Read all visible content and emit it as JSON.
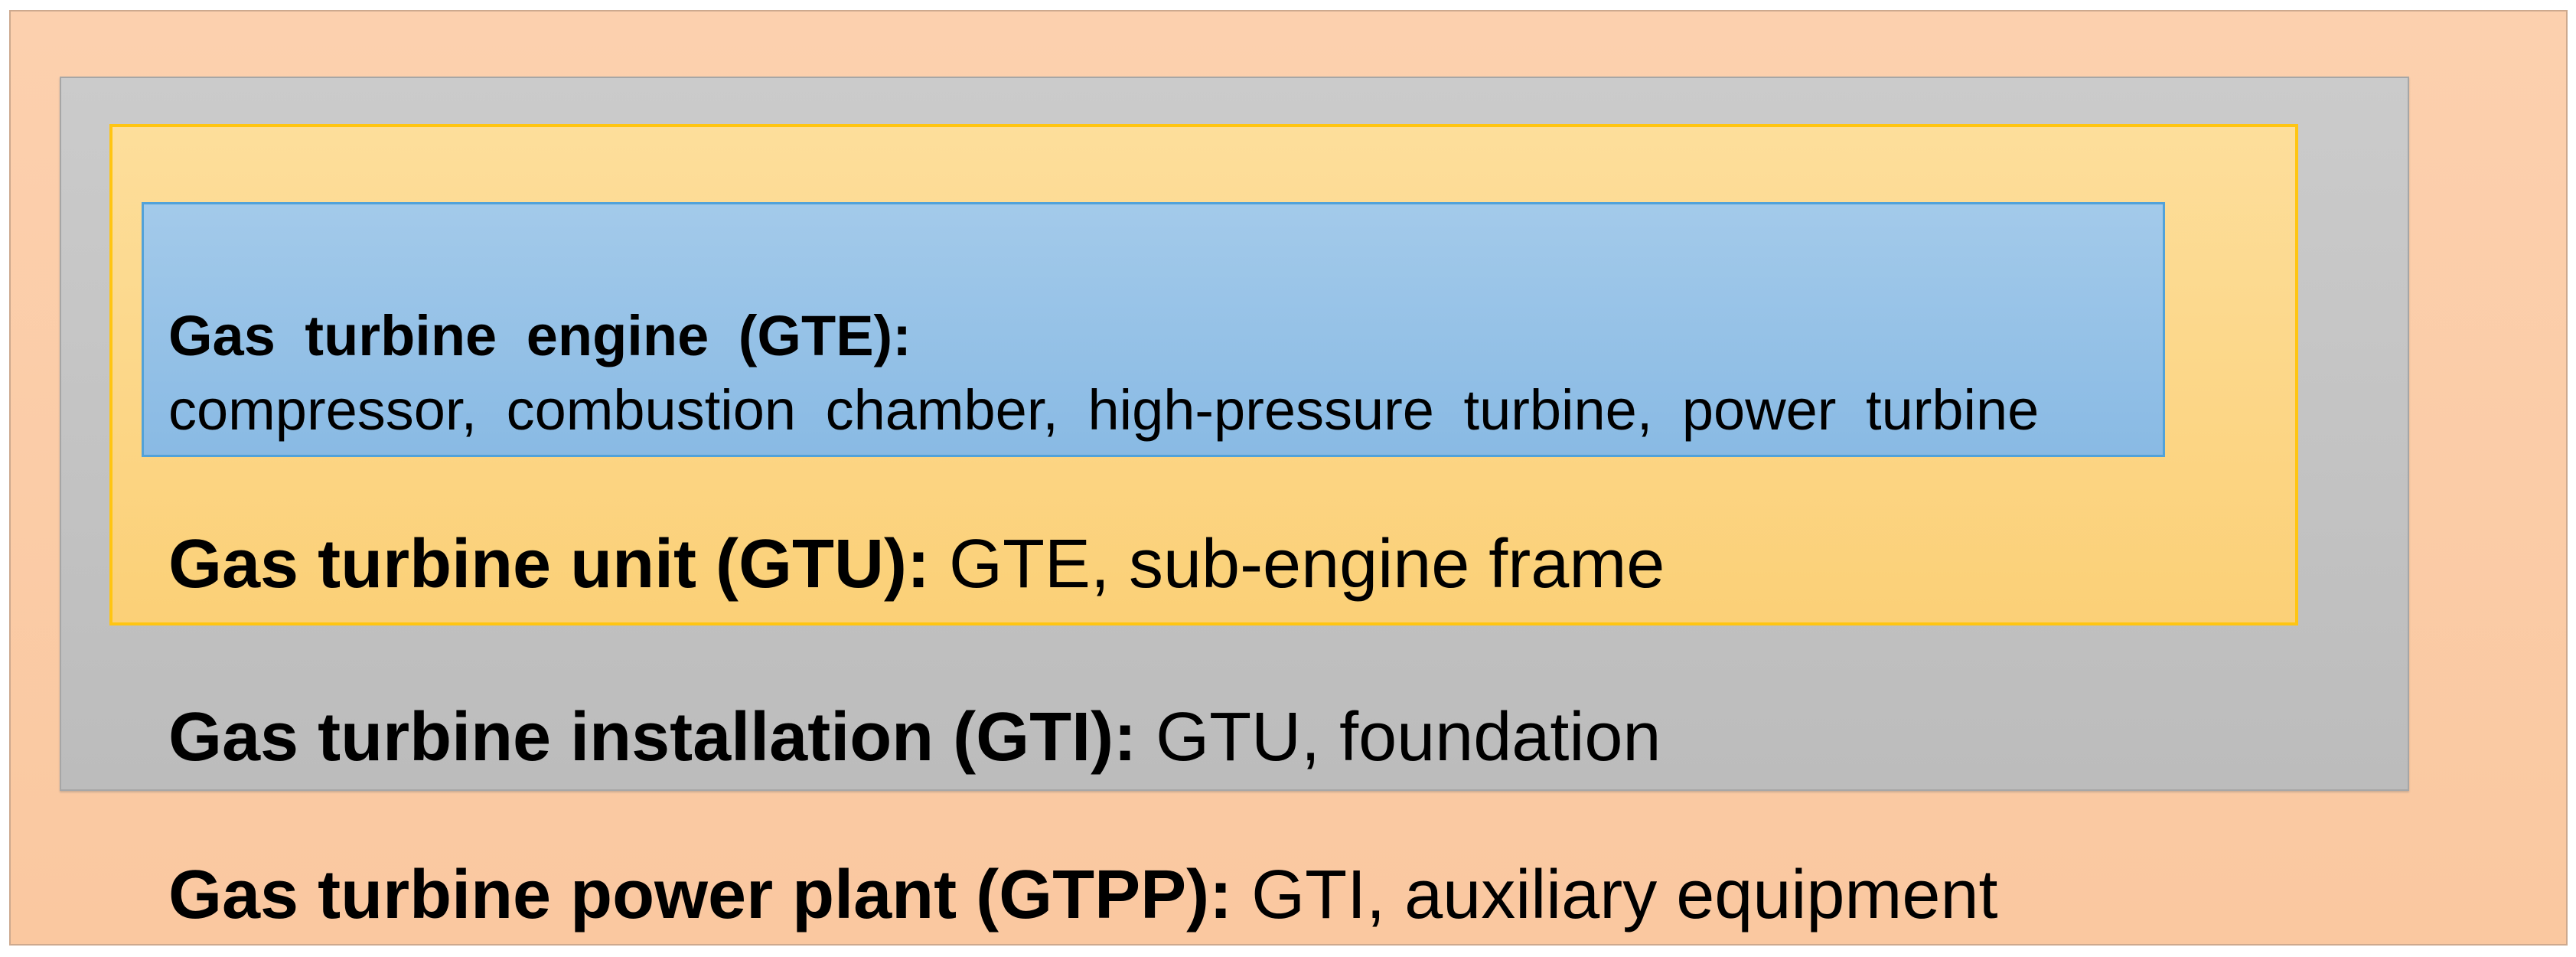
{
  "diagram": {
    "title_semantic": "Gas turbine terminology nesting diagram",
    "background_color": "#ffffff",
    "levels": [
      {
        "id": "gtpp",
        "label_bold": "Gas turbine power plant (GTPP):",
        "label_rest": "GTI, auxiliary equipment",
        "fill_color": "#FBCBA6",
        "border_color": "#CDA98E"
      },
      {
        "id": "gti",
        "label_bold": "Gas turbine installation (GTI):",
        "label_rest": "GTU, foundation",
        "fill_color": "#C6C6C6",
        "border_color": "#A6A6A6"
      },
      {
        "id": "gtu",
        "label_bold": "Gas turbine unit (GTU):",
        "label_rest": "GTE, sub-engine frame",
        "fill_color": "#FCD688",
        "border_color": "#FFC512"
      },
      {
        "id": "gte",
        "label_bold": "Gas turbine engine (GTE):",
        "label_line2": "compressor, combustion chamber, high-pressure turbine, power turbine",
        "fill_color": "#96C3E8",
        "border_color": "#52A2D9"
      }
    ]
  }
}
